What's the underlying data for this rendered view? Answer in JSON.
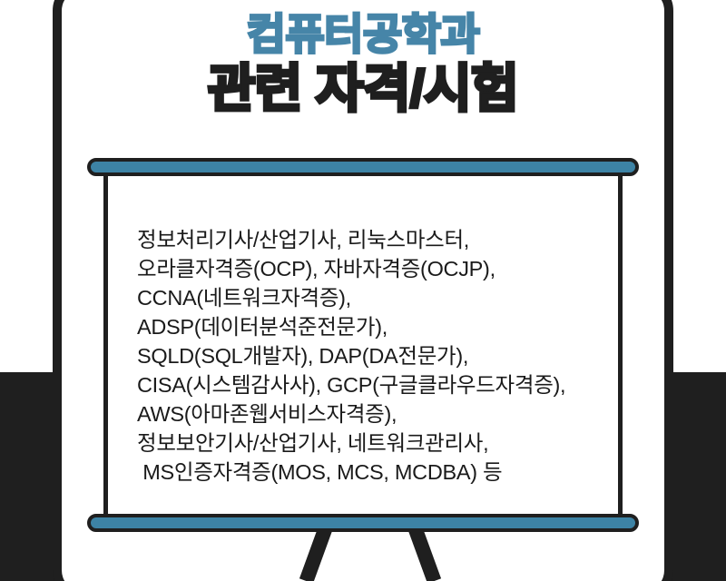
{
  "poster": {
    "background_color": "#ffffff",
    "frame_color": "#1f1f1f",
    "accent_blue": "#3d83a5",
    "title_blue": "#4685a8"
  },
  "headline": {
    "line1": "컴퓨터공학과",
    "line2": "관련 자격/시험"
  },
  "screen": {
    "top_rail_color": "#3d83a5",
    "bottom_rail_color": "#3d83a5",
    "body_lines": [
      "정보처리기사/산업기사, 리눅스마스터,",
      "오라클자격증(OCP), 자바자격증(OCJP),",
      "CCNA(네트워크자격증),",
      "ADSP(데이터분석준전문가),",
      "SQLD(SQL개발자), DAP(DA전문가),",
      "CISA(시스템감사사), GCP(구글클라우드자격증),",
      "AWS(아마존웹서비스자격증),",
      "정보보안기사/산업기사, 네트워크관리사,",
      " MS인증자격증(MOS, MCS, MCDBA) 등"
    ]
  }
}
